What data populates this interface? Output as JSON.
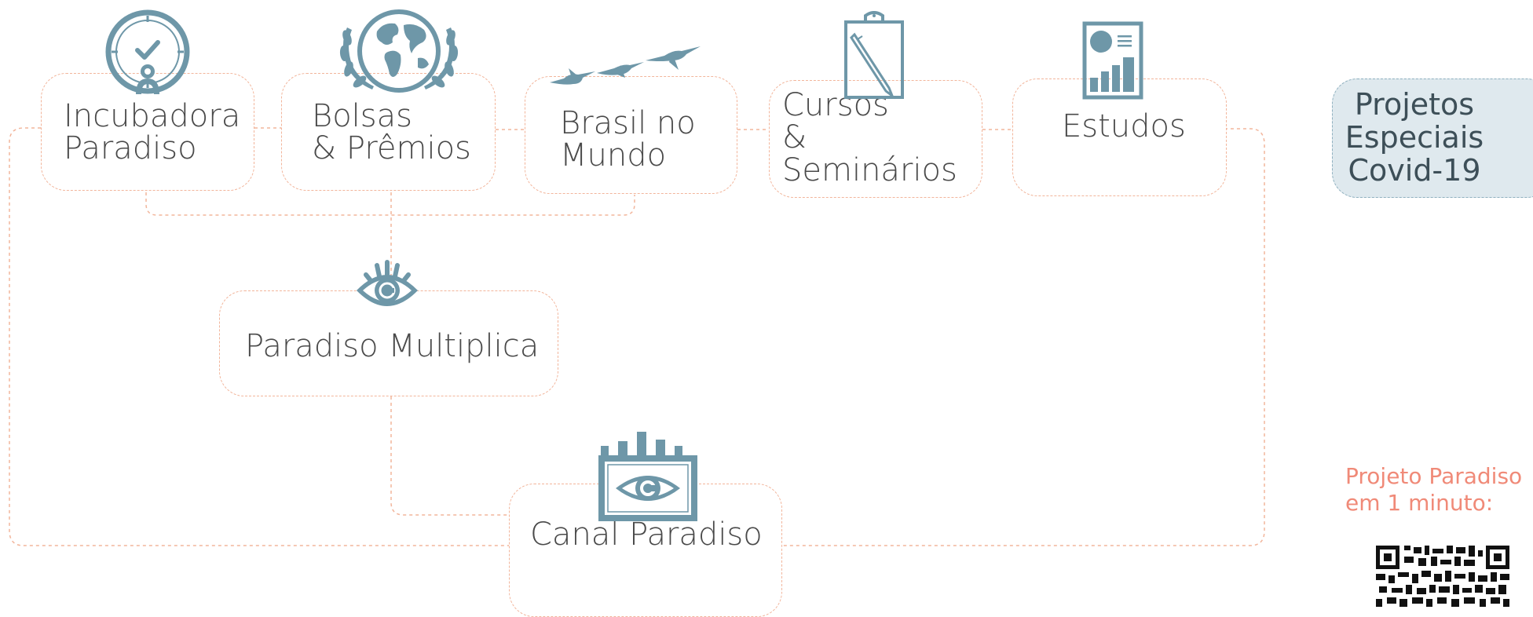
{
  "nodes": {
    "incubadora": {
      "label": "Incubadora\nParadiso",
      "icon": "stopwatch-person-icon"
    },
    "bolsas": {
      "label": "Bolsas\n& Prêmios",
      "icon": "globe-laurel-icon"
    },
    "brasil": {
      "label": "Brasil no\nMundo",
      "icon": "birds-icon"
    },
    "cursos": {
      "label": "Cursos\n& Seminários",
      "icon": "clipboard-pen-icon"
    },
    "estudos": {
      "label": "Estudos",
      "icon": "report-chart-icon"
    },
    "multiplica": {
      "label": "Paradiso Multiplica",
      "icon": "eye-icon"
    },
    "canal": {
      "label": "Canal Paradiso",
      "icon": "screen-eye-icon"
    }
  },
  "special": {
    "label": "Projetos\nEspeciais\nCovid-19"
  },
  "promo": {
    "text": "Projeto Paradiso\nem 1 minuto:"
  },
  "colors": {
    "accent": "#6e97a8",
    "connector": "#f2b59b",
    "special_fill": "#dfe9ee",
    "promo_text": "#f08a78",
    "text": "#4a4a4a"
  }
}
